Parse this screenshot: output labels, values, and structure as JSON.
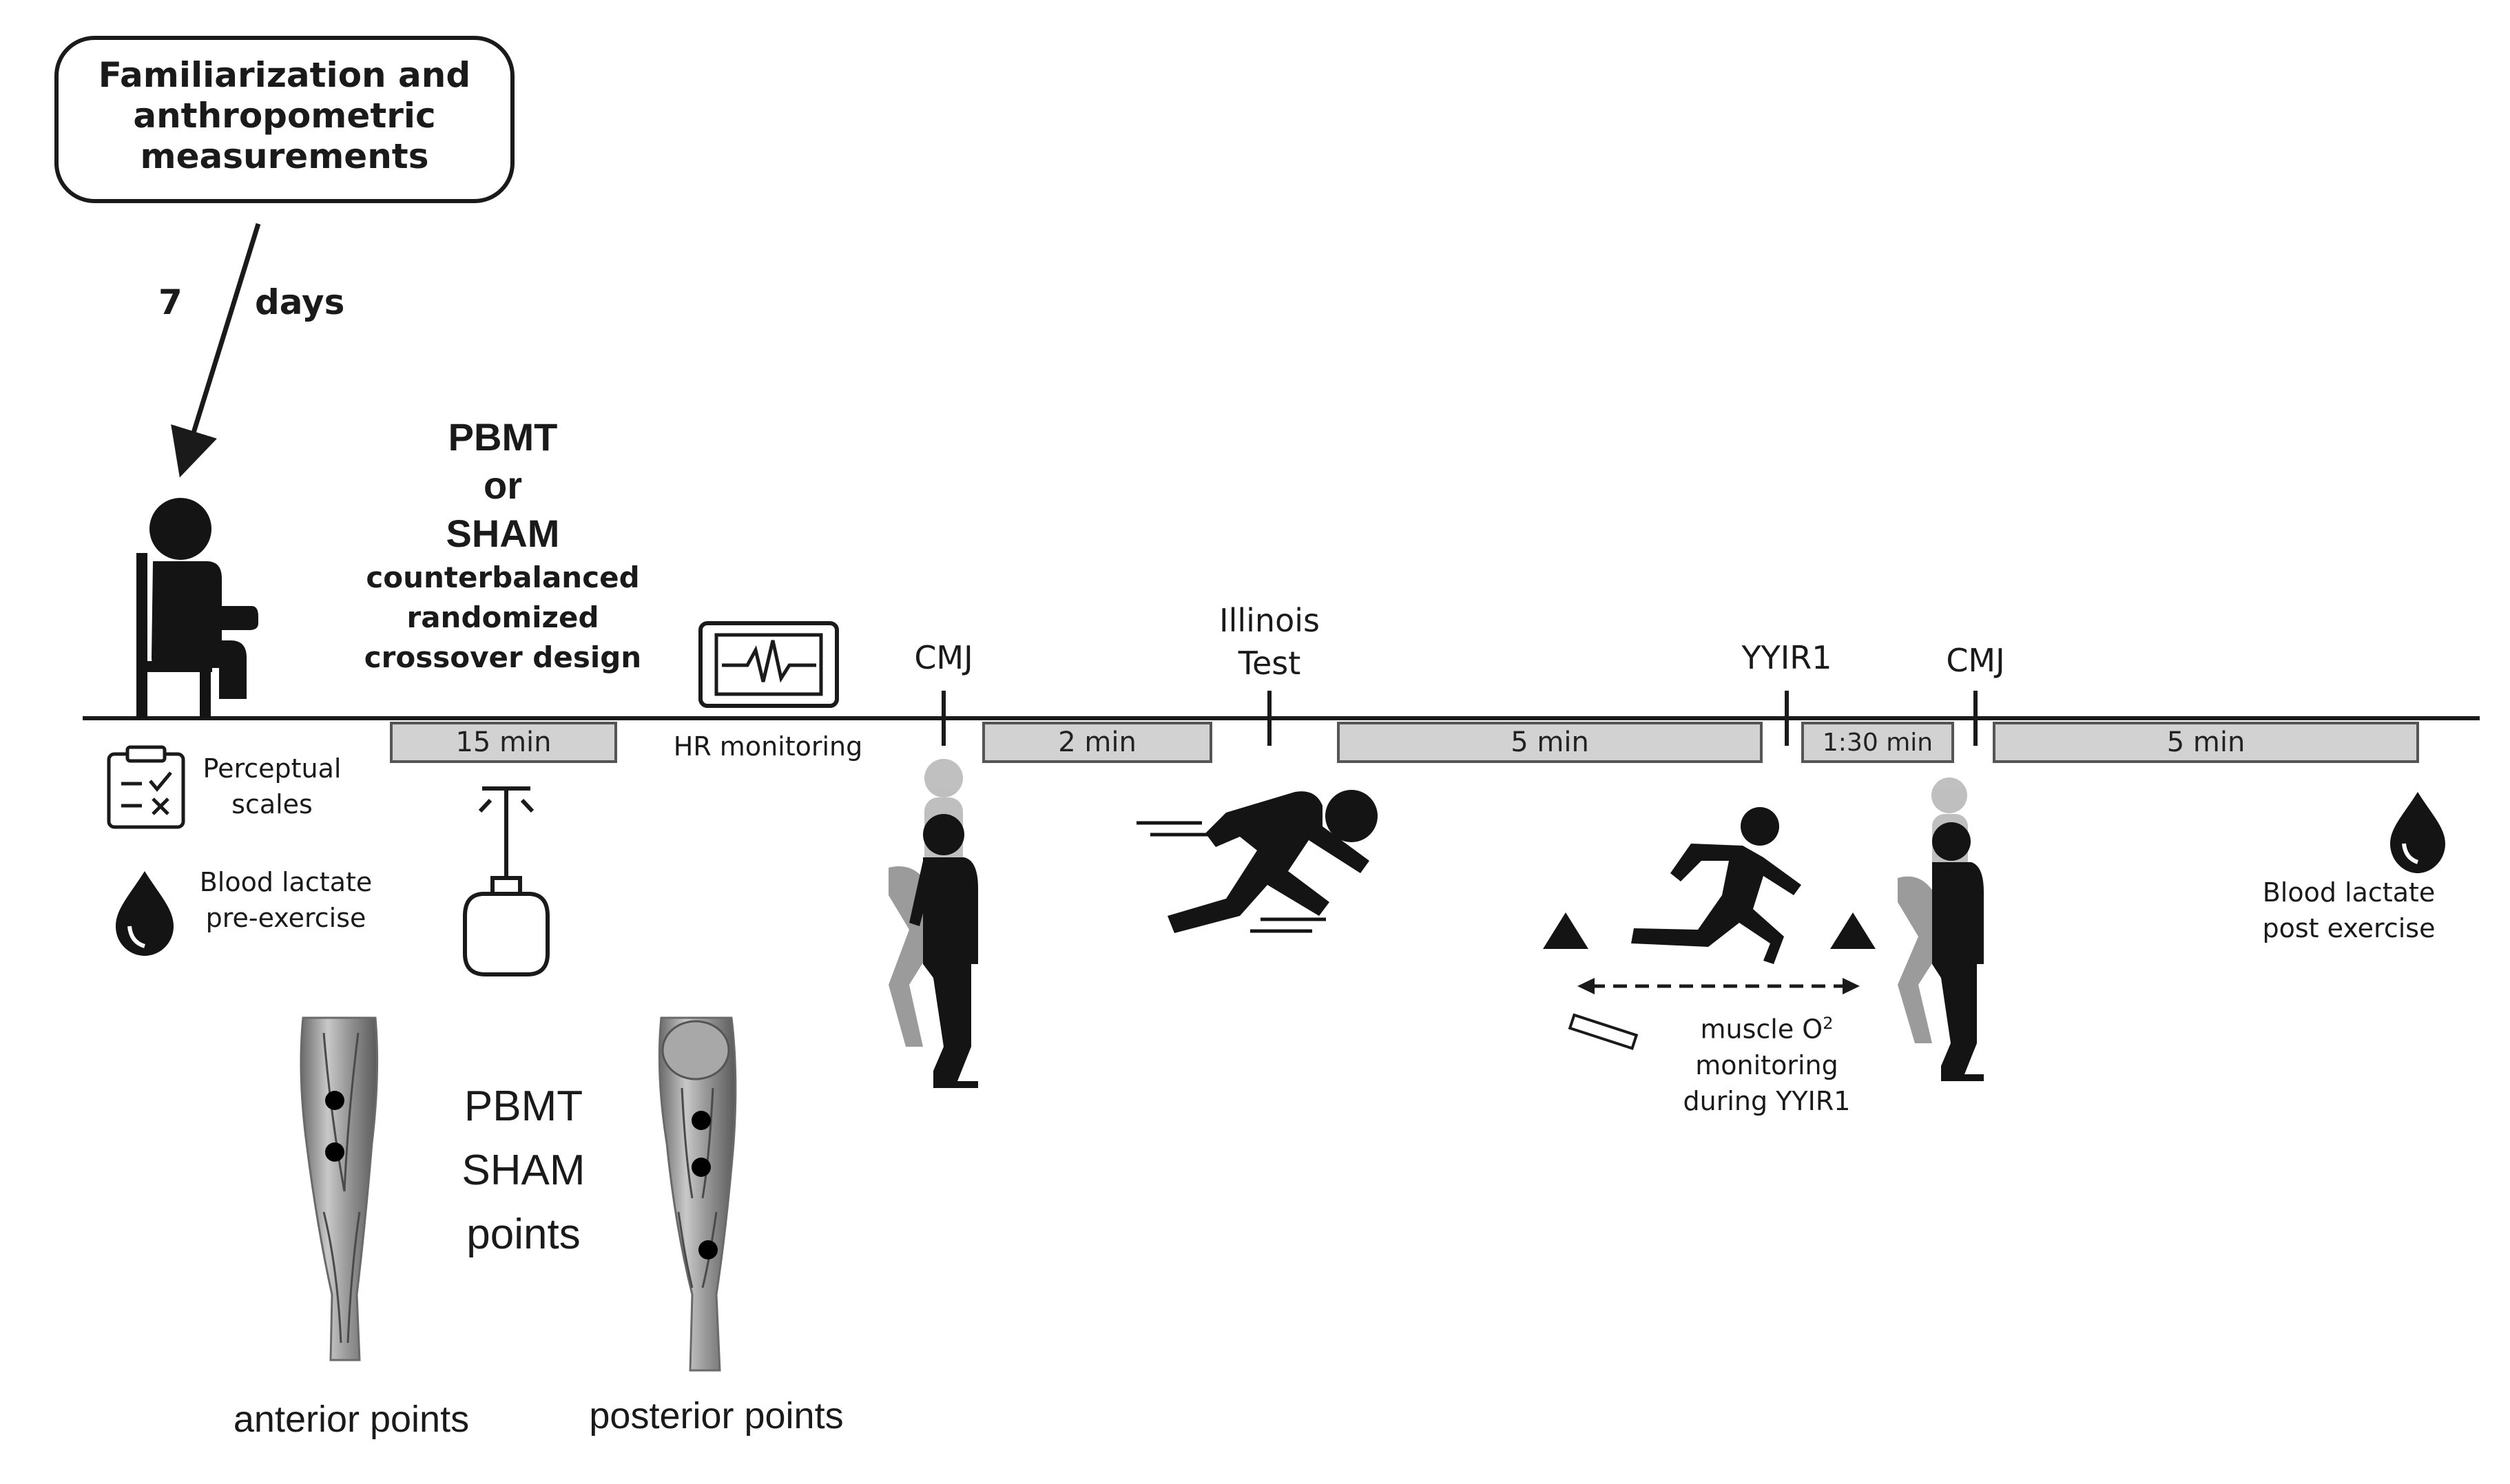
{
  "familiarization": {
    "line1": "Familiarization and",
    "line2": "anthropometric",
    "line3": "measurements"
  },
  "interval": {
    "number": "7",
    "unit": "days"
  },
  "intervention": {
    "line1": "PBMT",
    "line2": "or",
    "line3": "SHAM",
    "design1": "counterbalanced",
    "design2": "randomized",
    "design3": "crossover design"
  },
  "timeline": {
    "durations": {
      "d1": "15 min",
      "d2": "2 min",
      "d3": "5 min",
      "d4": "1:30 min",
      "d5": "5 min"
    },
    "events": {
      "cmj1": "CMJ",
      "illinois1": "Illinois",
      "illinois2": "Test",
      "yyir1": "YYIR1",
      "cmj2": "CMJ"
    }
  },
  "hr": {
    "label": "HR monitoring"
  },
  "perceptual": {
    "line1": "Perceptual",
    "line2": "scales"
  },
  "lactate_pre": {
    "line1": "Blood lactate",
    "line2": "pre-exercise"
  },
  "lactate_post": {
    "line1": "Blood lactate",
    "line2": "post exercise"
  },
  "points": {
    "line1": "PBMT",
    "line2": "SHAM",
    "line3": "points",
    "anterior": "anterior points",
    "posterior": "posterior points"
  },
  "muscle": {
    "line1": "muscle O",
    "sup": "2",
    "line2": "monitoring",
    "line3": "during YYIR1"
  },
  "colors": {
    "box_fill": "#d2d2d2",
    "line": "#1a1a1a",
    "figure": "#141414",
    "shadow": "#8c8c8c"
  }
}
